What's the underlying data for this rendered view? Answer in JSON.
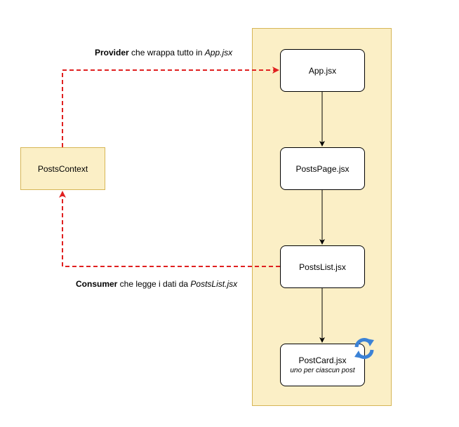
{
  "nodes": {
    "app": "App.jsx",
    "posts_page": "PostsPage.jsx",
    "posts_list": "PostsList.jsx",
    "post_card": "PostCard.jsx",
    "post_card_note": "uno per ciascun post",
    "posts_context": "PostsContext"
  },
  "edges": {
    "provider": {
      "bold": "Provider",
      "text": " che wrappa tutto in ",
      "italic": "App.jsx"
    },
    "consumer": {
      "bold": "Consumer",
      "text": " che legge i dati da ",
      "italic": "PostsList.jsx"
    }
  },
  "colors": {
    "container_fill": "#fbefc6",
    "container_border": "#d6b656",
    "dashed_arrow": "#e02020",
    "cycle_icon": "#3b82d6"
  },
  "icons": {
    "repeat": "cycle-icon"
  }
}
